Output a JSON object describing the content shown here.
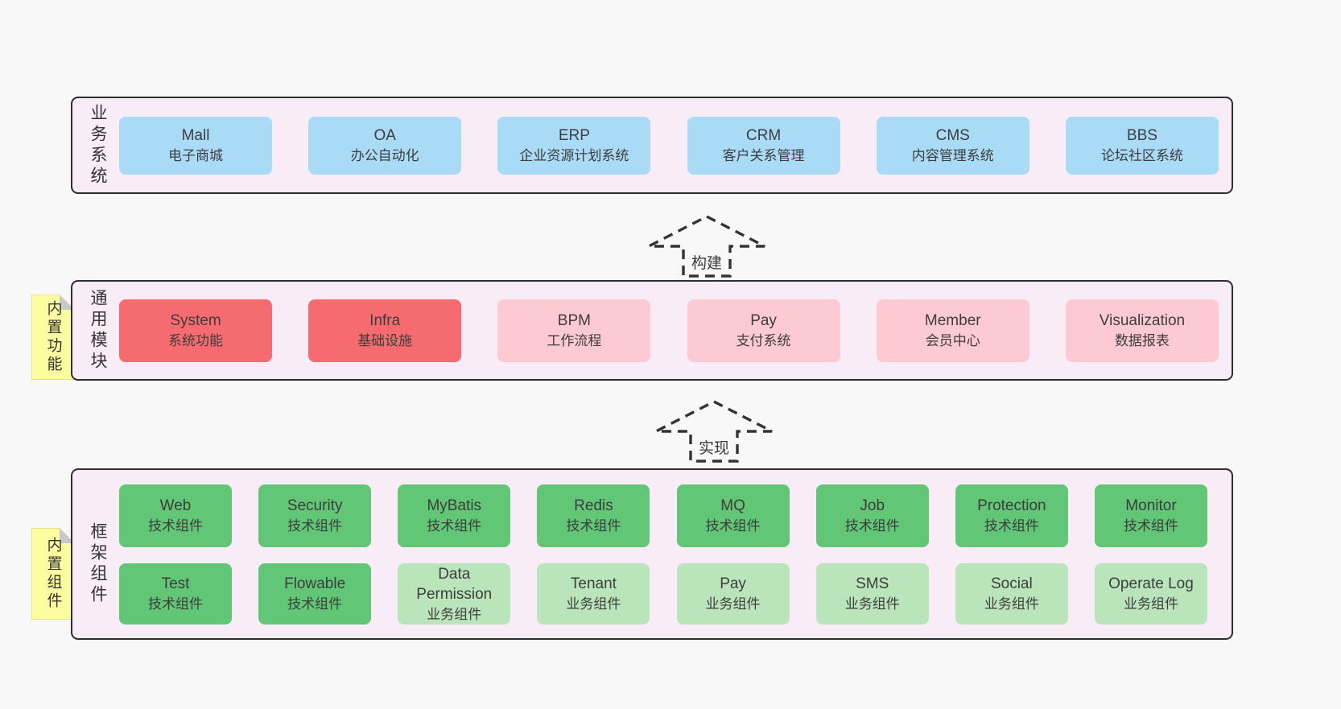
{
  "colors": {
    "page_background": "#f8f8f8",
    "layer_background": "#f8edf6",
    "layer_border": "#2e2e2e",
    "blue_box": "#a9dbf7",
    "red_box": "#f56b6f",
    "pink_box": "#fdc9d2",
    "green_box": "#61c675",
    "light_green_box": "#bae5bb",
    "sticky_yellow": "#fcfd9e",
    "text": "#3d3d3d"
  },
  "arrows": [
    {
      "label": "构建"
    },
    {
      "label": "实现"
    }
  ],
  "layers": {
    "business": {
      "side_label": "业务系统",
      "boxes": [
        {
          "title": "Mall",
          "subtitle": "电子商城",
          "variant": "blue"
        },
        {
          "title": "OA",
          "subtitle": "办公自动化",
          "variant": "blue"
        },
        {
          "title": "ERP",
          "subtitle": "企业资源计划系统",
          "variant": "blue"
        },
        {
          "title": "CRM",
          "subtitle": "客户关系管理",
          "variant": "blue"
        },
        {
          "title": "CMS",
          "subtitle": "内容管理系统",
          "variant": "blue"
        },
        {
          "title": "BBS",
          "subtitle": "论坛社区系统",
          "variant": "blue"
        }
      ]
    },
    "modules": {
      "side_label": "通用模块",
      "sticky_label": "内置功能",
      "boxes": [
        {
          "title": "System",
          "subtitle": "系统功能",
          "variant": "red"
        },
        {
          "title": "Infra",
          "subtitle": "基础设施",
          "variant": "red"
        },
        {
          "title": "BPM",
          "subtitle": "工作流程",
          "variant": "pink"
        },
        {
          "title": "Pay",
          "subtitle": "支付系统",
          "variant": "pink"
        },
        {
          "title": "Member",
          "subtitle": "会员中心",
          "variant": "pink"
        },
        {
          "title": "Visualization",
          "subtitle": "数据报表",
          "variant": "pink"
        }
      ]
    },
    "components": {
      "side_label": "框架组件",
      "sticky_label": "内置组件",
      "row1": [
        {
          "title": "Web",
          "subtitle": "技术组件",
          "variant": "green"
        },
        {
          "title": "Security",
          "subtitle": "技术组件",
          "variant": "green"
        },
        {
          "title": "MyBatis",
          "subtitle": "技术组件",
          "variant": "green"
        },
        {
          "title": "Redis",
          "subtitle": "技术组件",
          "variant": "green"
        },
        {
          "title": "MQ",
          "subtitle": "技术组件",
          "variant": "green"
        },
        {
          "title": "Job",
          "subtitle": "技术组件",
          "variant": "green"
        },
        {
          "title": "Protection",
          "subtitle": "技术组件",
          "variant": "green"
        },
        {
          "title": "Monitor",
          "subtitle": "技术组件",
          "variant": "green"
        }
      ],
      "row2": [
        {
          "title": "Test",
          "subtitle": "技术组件",
          "variant": "green"
        },
        {
          "title": "Flowable",
          "subtitle": "技术组件",
          "variant": "green"
        },
        {
          "title": "Data Permission",
          "subtitle": "业务组件",
          "variant": "lightgreen"
        },
        {
          "title": "Tenant",
          "subtitle": "业务组件",
          "variant": "lightgreen"
        },
        {
          "title": "Pay",
          "subtitle": "业务组件",
          "variant": "lightgreen"
        },
        {
          "title": "SMS",
          "subtitle": "业务组件",
          "variant": "lightgreen"
        },
        {
          "title": "Social",
          "subtitle": "业务组件",
          "variant": "lightgreen"
        },
        {
          "title": "Operate Log",
          "subtitle": "业务组件",
          "variant": "lightgreen"
        }
      ]
    }
  }
}
